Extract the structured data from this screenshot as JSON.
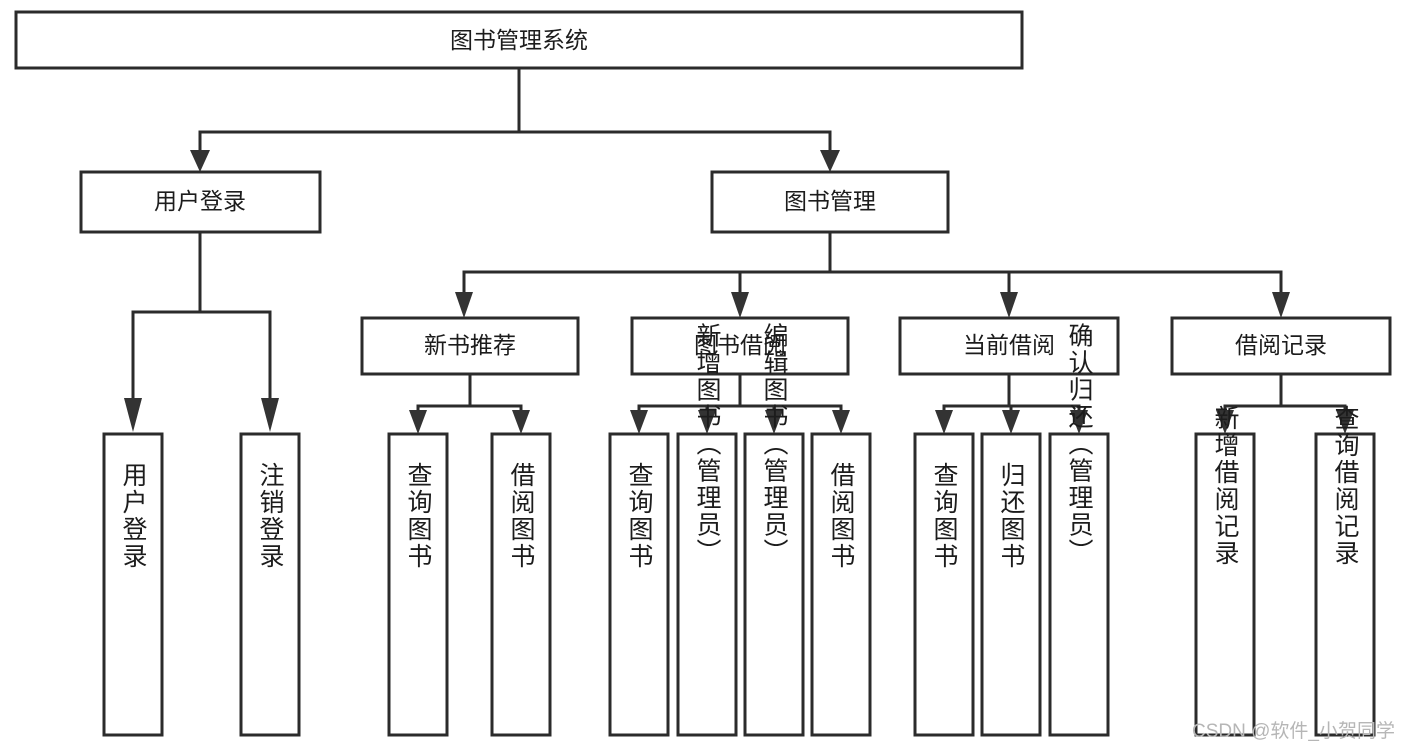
{
  "diagram": {
    "type": "tree-hierarchy-chart",
    "title_box": "图书管理系统",
    "colors": {
      "background": "#ffffff",
      "box_fill": "#ffffff",
      "box_stroke": "#2b2b2b",
      "connector": "#2b2b2b",
      "arrow": "#333333",
      "text": "#1c1c1c",
      "watermark": "#b6b6b6"
    },
    "levels": {
      "root": "图书管理系统",
      "level2": [
        "用户登录",
        "图书管理"
      ],
      "level3": [
        "新书推荐",
        "图书借阅",
        "当前借阅",
        "借阅记录"
      ]
    },
    "nodes": {
      "root": {
        "label": "图书管理系统"
      },
      "user_login": {
        "label": "用户登录"
      },
      "book_manage": {
        "label": "图书管理"
      },
      "new_book_rec": {
        "label": "新书推荐"
      },
      "book_borrow": {
        "label": "图书借阅"
      },
      "current_borrow": {
        "label": "当前借阅"
      },
      "borrow_record": {
        "label": "借阅记录"
      }
    },
    "leaves": {
      "user_login": [
        {
          "label": "用户登录"
        },
        {
          "label": "注销登录"
        }
      ],
      "new_book_rec": [
        {
          "label": "查询图书"
        },
        {
          "label": "借阅图书"
        }
      ],
      "book_borrow": [
        {
          "label": "查询图书"
        },
        {
          "label": "新增图书（管理员）"
        },
        {
          "label": "编辑图书（管理员）"
        },
        {
          "label": "借阅图书"
        }
      ],
      "current_borrow": [
        {
          "label": "查询图书"
        },
        {
          "label": "归还图书"
        },
        {
          "label": "确认归还（管理员）"
        }
      ],
      "borrow_record": [
        {
          "label": "新增借阅记录"
        },
        {
          "label": "查询借阅记录"
        }
      ]
    },
    "watermark": "CSDN @软件_小贺同学"
  }
}
